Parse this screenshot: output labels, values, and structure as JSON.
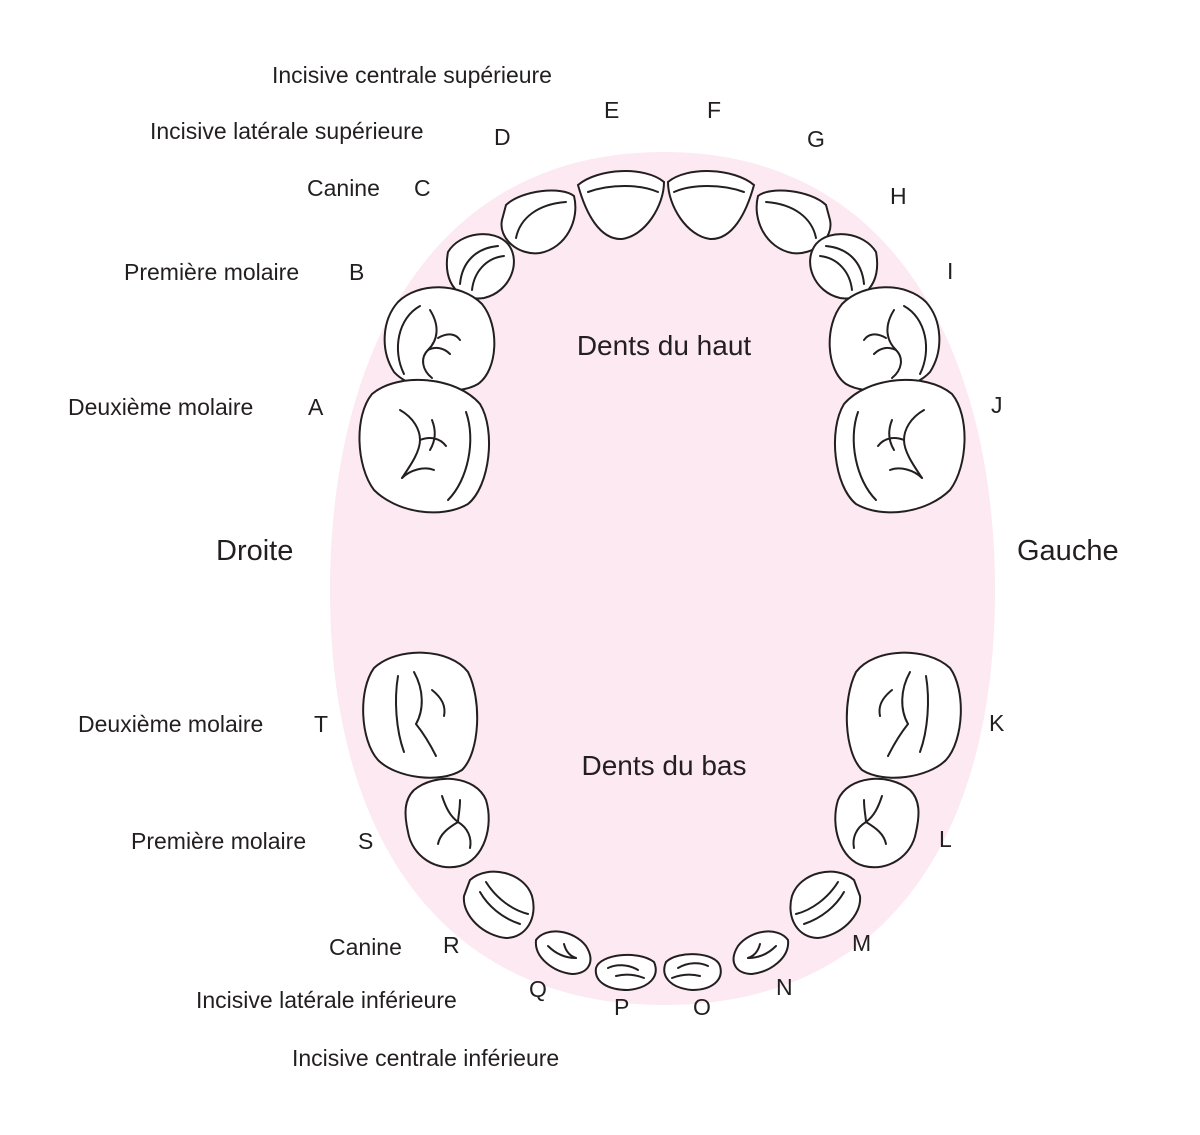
{
  "colors": {
    "palate": "#fce9f1",
    "ink": "#231f20"
  },
  "regions": {
    "upper": "Dents du haut",
    "lower": "Dents du bas"
  },
  "sides": {
    "right": "Droite",
    "left": "Gauche"
  },
  "upper_teeth": [
    {
      "letter": "A",
      "name": "Deuxième molaire"
    },
    {
      "letter": "B",
      "name": "Première molaire"
    },
    {
      "letter": "C",
      "name": "Canine"
    },
    {
      "letter": "D",
      "name": "Incisive latérale supérieure"
    },
    {
      "letter": "E",
      "name": "Incisive centrale supérieure"
    },
    {
      "letter": "F",
      "name": ""
    },
    {
      "letter": "G",
      "name": ""
    },
    {
      "letter": "H",
      "name": ""
    },
    {
      "letter": "I",
      "name": ""
    },
    {
      "letter": "J",
      "name": ""
    }
  ],
  "lower_teeth": [
    {
      "letter": "K",
      "name": ""
    },
    {
      "letter": "L",
      "name": ""
    },
    {
      "letter": "M",
      "name": ""
    },
    {
      "letter": "N",
      "name": ""
    },
    {
      "letter": "O",
      "name": ""
    },
    {
      "letter": "P",
      "name": "Incisive centrale inférieure"
    },
    {
      "letter": "Q",
      "name": "Incisive latérale inférieure"
    },
    {
      "letter": "R",
      "name": "Canine"
    },
    {
      "letter": "S",
      "name": "Première molaire"
    },
    {
      "letter": "T",
      "name": "Deuxième molaire"
    }
  ]
}
